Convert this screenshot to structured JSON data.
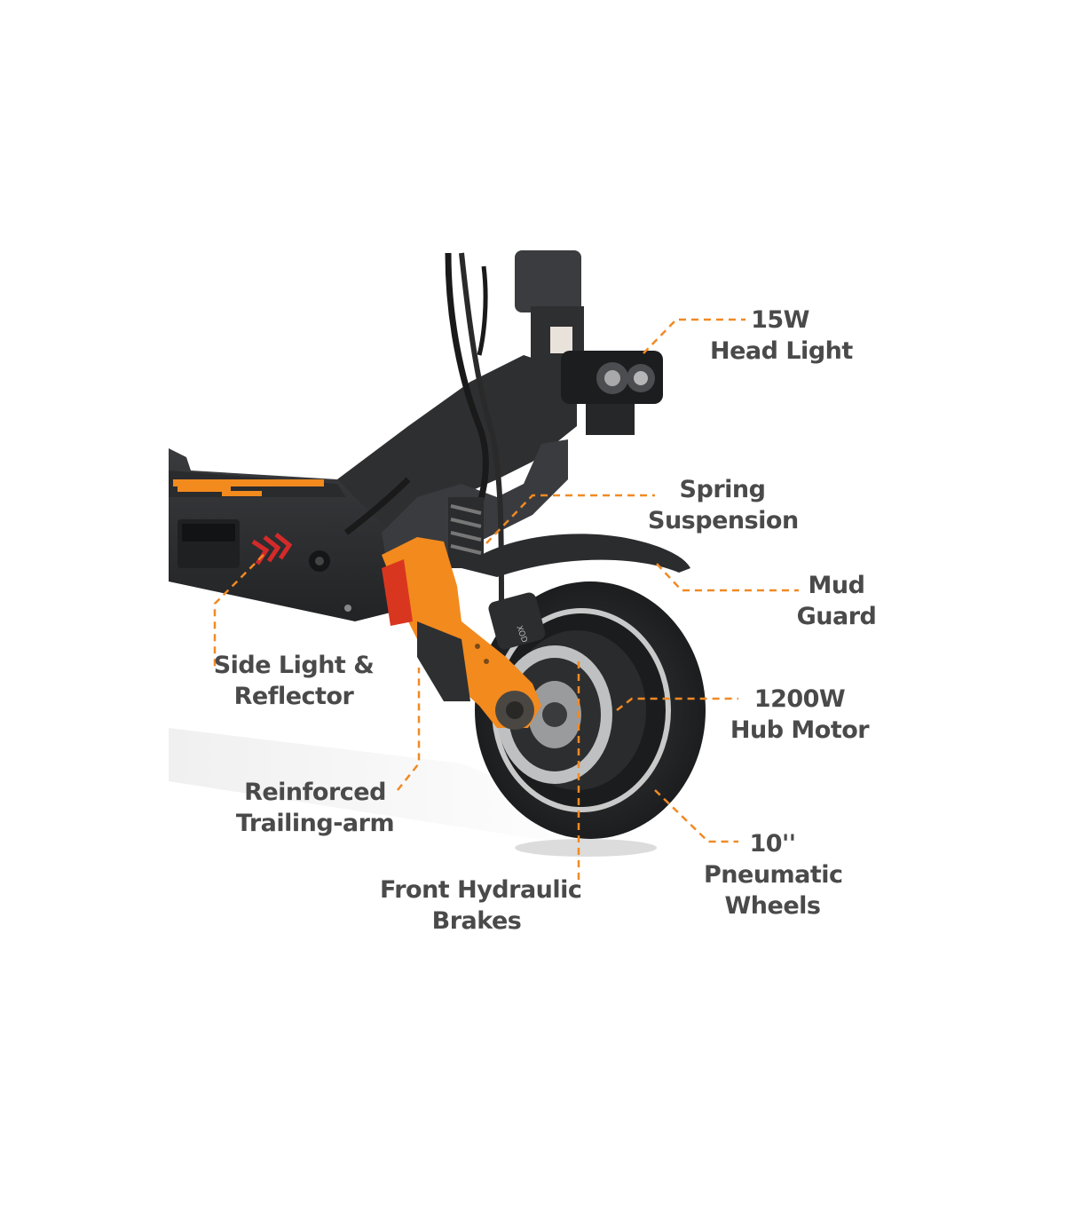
{
  "colors": {
    "leader": "#f08a24",
    "label_text": "#4a4a4a",
    "accent_orange": "#f28a1e",
    "frame_dark": "#2e2f31"
  },
  "labels": {
    "head_light": {
      "line1": "15W",
      "line2": "Head Light"
    },
    "spring_suspension": {
      "line1": "Spring",
      "line2": "Suspension"
    },
    "mud_guard": {
      "line1": "Mud",
      "line2": "Guard"
    },
    "side_light": {
      "line1": "Side Light &",
      "line2": "Reflector"
    },
    "hub_motor": {
      "line1": "1200W",
      "line2": "Hub Motor"
    },
    "trailing_arm": {
      "line1": "Reinforced",
      "line2": "Trailing-arm"
    },
    "pneumatic_wheels": {
      "line1": "10''",
      "line2": "Pneumatic",
      "line3": "Wheels"
    },
    "hydraulic_brakes": {
      "line1": "Front Hydraulic",
      "line2": "Brakes"
    }
  },
  "caliper_brand": "XOD"
}
